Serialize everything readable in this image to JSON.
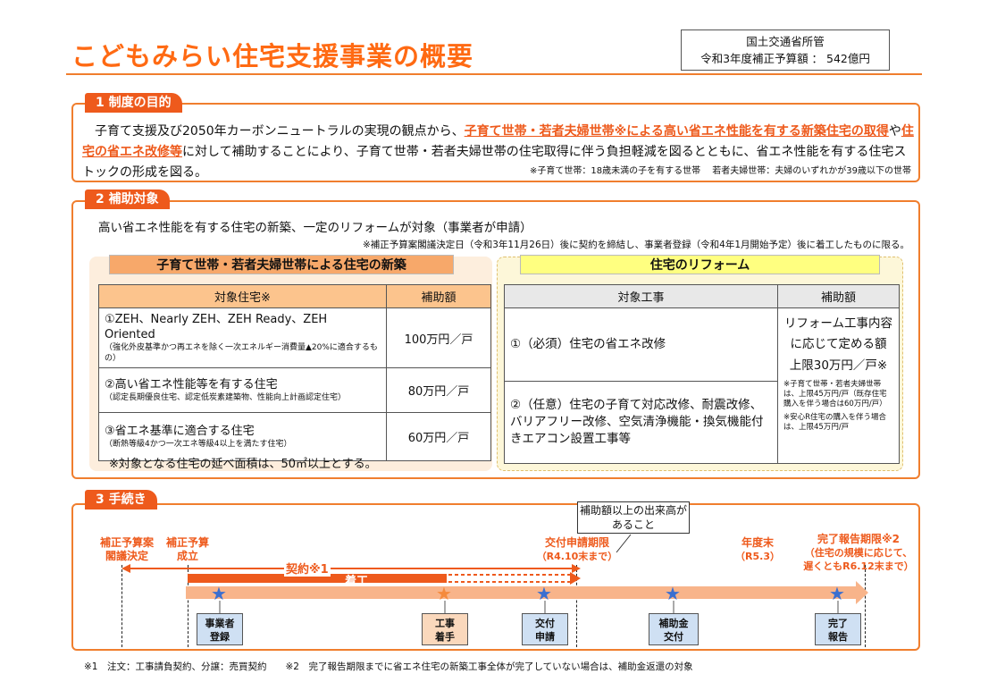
{
  "header": {
    "title": "こどもみらい住宅支援事業の概要",
    "ministry": "国土交通省所管",
    "budget": "令和3年度補正予算額 ： 542億円"
  },
  "section1": {
    "tab": "1 制度の目的",
    "text_a": "　子育て支援及び2050年カーボンニュートラルの実現の観点から、",
    "hl_a": "子育て世帯・若者夫婦世帯※による高い省エネ性能を有する新築住宅の取得",
    "text_b": "や",
    "hl_b": "住宅の省エネ改修等",
    "text_c": "に対して補助することにより、子育て世帯・若者夫婦世帯の住宅取得に伴う負担軽減を図るとともに、省エネ性能を有する住宅ストックの形成を図る。",
    "note": "※子育て世帯：18歳未満の子を有する世帯　 若者夫婦世帯：夫婦のいずれかが39歳以下の世帯"
  },
  "section2": {
    "tab": "2 補助対象",
    "lead": "高い省エネ性能を有する住宅の新築、一定のリフォームが対象（事業者が申請）",
    "note": "※補正予算案閣議決定日（令和3年11月26日）後に契約を締結し、事業者登録（令和4年1月開始予定）後に着工したものに限る。",
    "left": {
      "title": "子育て世帯・若者夫婦世帯による住宅の新築",
      "col1": "対象住宅※",
      "col2": "補助額",
      "rows": [
        {
          "main": "①ZEH、Nearly ZEH、ZEH Ready、ZEH Oriented",
          "sub": "（強化外皮基準かつ再エネを除く一次エネルギー消費量▲20%に適合するもの）",
          "amount": "100万円／戸"
        },
        {
          "main": "②高い省エネ性能等を有する住宅",
          "sub": "（認定長期優良住宅、認定低炭素建築物、性能向上計画認定住宅）",
          "amount": "80万円／戸"
        },
        {
          "main": "③省エネ基準に適合する住宅",
          "sub": "（断熱等級4かつ一次エネ等級4以上を満たす住宅）",
          "amount": "60万円／戸"
        }
      ],
      "note": "※対象となる住宅の延べ面積は、50㎡以上とする。"
    },
    "right": {
      "title": "住宅のリフォーム",
      "col1": "対象工事",
      "col2": "補助額",
      "row1": "①（必須）住宅の省エネ改修",
      "row2": "②（任意）住宅の子育て対応改修、耐震改修、バリアフリー改修、空気清浄機能・換気機能付きエアコン設置工事等",
      "amount_a": "リフォーム工事内容に応じて定める額",
      "amount_b": "上限30万円／戸※",
      "amount_note1": "※子育て世帯・若者夫婦世帯は、上限45万円/戸（既存住宅購入を伴う場合は60万円/戸）",
      "amount_note2": "※安心R住宅の購入を伴う場合は、上限45万円/戸"
    }
  },
  "section3": {
    "tab": "3 手続き",
    "callout": "補助額以上の出来高があること",
    "labels": {
      "cabinet_1": "補正予算案",
      "cabinet_2": "閣議決定",
      "passed_1": "補正予算",
      "passed_2": "成立",
      "deadline_1": "交付申請期限",
      "deadline_2": "（R4.10末まで）",
      "fy_1": "年度末",
      "fy_2": "（R5.3）",
      "report_1": "完了報告期限※2",
      "report_2": "（住宅の規模に応じて、",
      "report_3": "遅くともR6.12末まで）"
    },
    "contract": "契約※1",
    "construction": "着工",
    "steps": {
      "register_1": "事業者",
      "register_2": "登録",
      "start_1": "工事",
      "start_2": "着手",
      "apply_1": "交付",
      "apply_2": "申請",
      "grant_1": "補助金",
      "grant_2": "交付",
      "report_1": "完了",
      "report_2": "報告"
    },
    "colors": {
      "accent": "#ee5a1c",
      "star_blue": "#3a6fd0",
      "star_orange": "#f58a3c",
      "box_blue": "#cfe0f3",
      "box_orange": "#fad8bc"
    }
  },
  "footnote": "※1　注文：工事請負契約、分譲：売買契約　　※2　完了報告期限までに省エネ住宅の新築工事全体が完了していない場合は、補助金返還の対象"
}
